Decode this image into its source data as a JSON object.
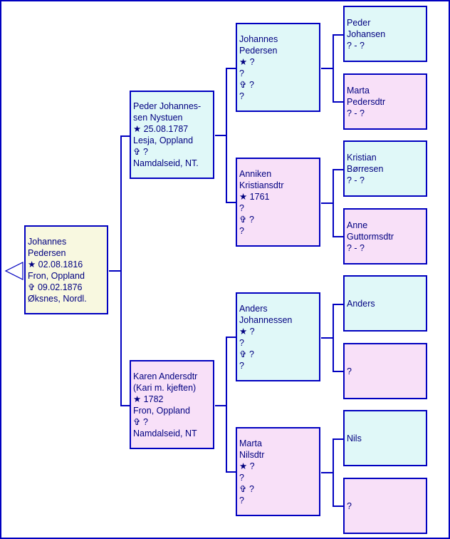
{
  "persons": [
    {
      "id": "root",
      "sex": "root",
      "lines": [
        "Johannes",
        "Pedersen",
        "★ 02.08.1816",
        "Fron, Oppland",
        "✞ 09.02.1876",
        "Øksnes, Nordl."
      ]
    },
    {
      "id": "father",
      "sex": "male",
      "lines": [
        "Peder Johannes-",
        "sen Nystuen",
        "★ 25.08.1787",
        "Lesja, Oppland",
        "✞ ?",
        "Namdalseid, NT."
      ]
    },
    {
      "id": "mother",
      "sex": "female",
      "lines": [
        "Karen Andersdtr",
        "(Kari m. kjeften)",
        "★ 1782",
        "Fron, Oppland",
        "✞ ?",
        "Namdalseid, NT"
      ]
    },
    {
      "id": "ff",
      "sex": "male",
      "lines": [
        "Johannes",
        "Pedersen",
        "★ ?",
        "?",
        "✞ ?",
        "?"
      ]
    },
    {
      "id": "fm",
      "sex": "female",
      "lines": [
        "Anniken",
        "Kristiansdtr",
        "★ 1761",
        "?",
        "✞ ?",
        "?"
      ]
    },
    {
      "id": "mf",
      "sex": "male",
      "lines": [
        "Anders",
        "Johannessen",
        "★ ?",
        "?",
        "✞ ?",
        "?"
      ]
    },
    {
      "id": "mm",
      "sex": "female",
      "lines": [
        "Marta",
        "Nilsdtr",
        "★ ?",
        "?",
        "✞ ?",
        "?"
      ]
    },
    {
      "id": "fff",
      "sex": "male",
      "lines": [
        "Peder",
        "Johansen",
        "? - ?"
      ]
    },
    {
      "id": "ffm",
      "sex": "female",
      "lines": [
        "Marta",
        "Pedersdtr",
        "? - ?"
      ]
    },
    {
      "id": "fmf",
      "sex": "male",
      "lines": [
        "Kristian",
        "Børresen",
        "? - ?"
      ]
    },
    {
      "id": "fmm",
      "sex": "female",
      "lines": [
        "Anne",
        "Guttormsdtr",
        "? - ?"
      ]
    },
    {
      "id": "mff",
      "sex": "male",
      "lines": [
        "Anders"
      ]
    },
    {
      "id": "mfm",
      "sex": "female",
      "lines": [
        "?"
      ]
    },
    {
      "id": "mmf",
      "sex": "male",
      "lines": [
        "Nils"
      ]
    },
    {
      "id": "mmm",
      "sex": "female",
      "lines": [
        "?"
      ]
    }
  ],
  "colors": {
    "border": "#0000c0",
    "text": "#000080",
    "male": "#e0f8f8",
    "female": "#f8e0f8",
    "root": "#f8f8e0"
  }
}
